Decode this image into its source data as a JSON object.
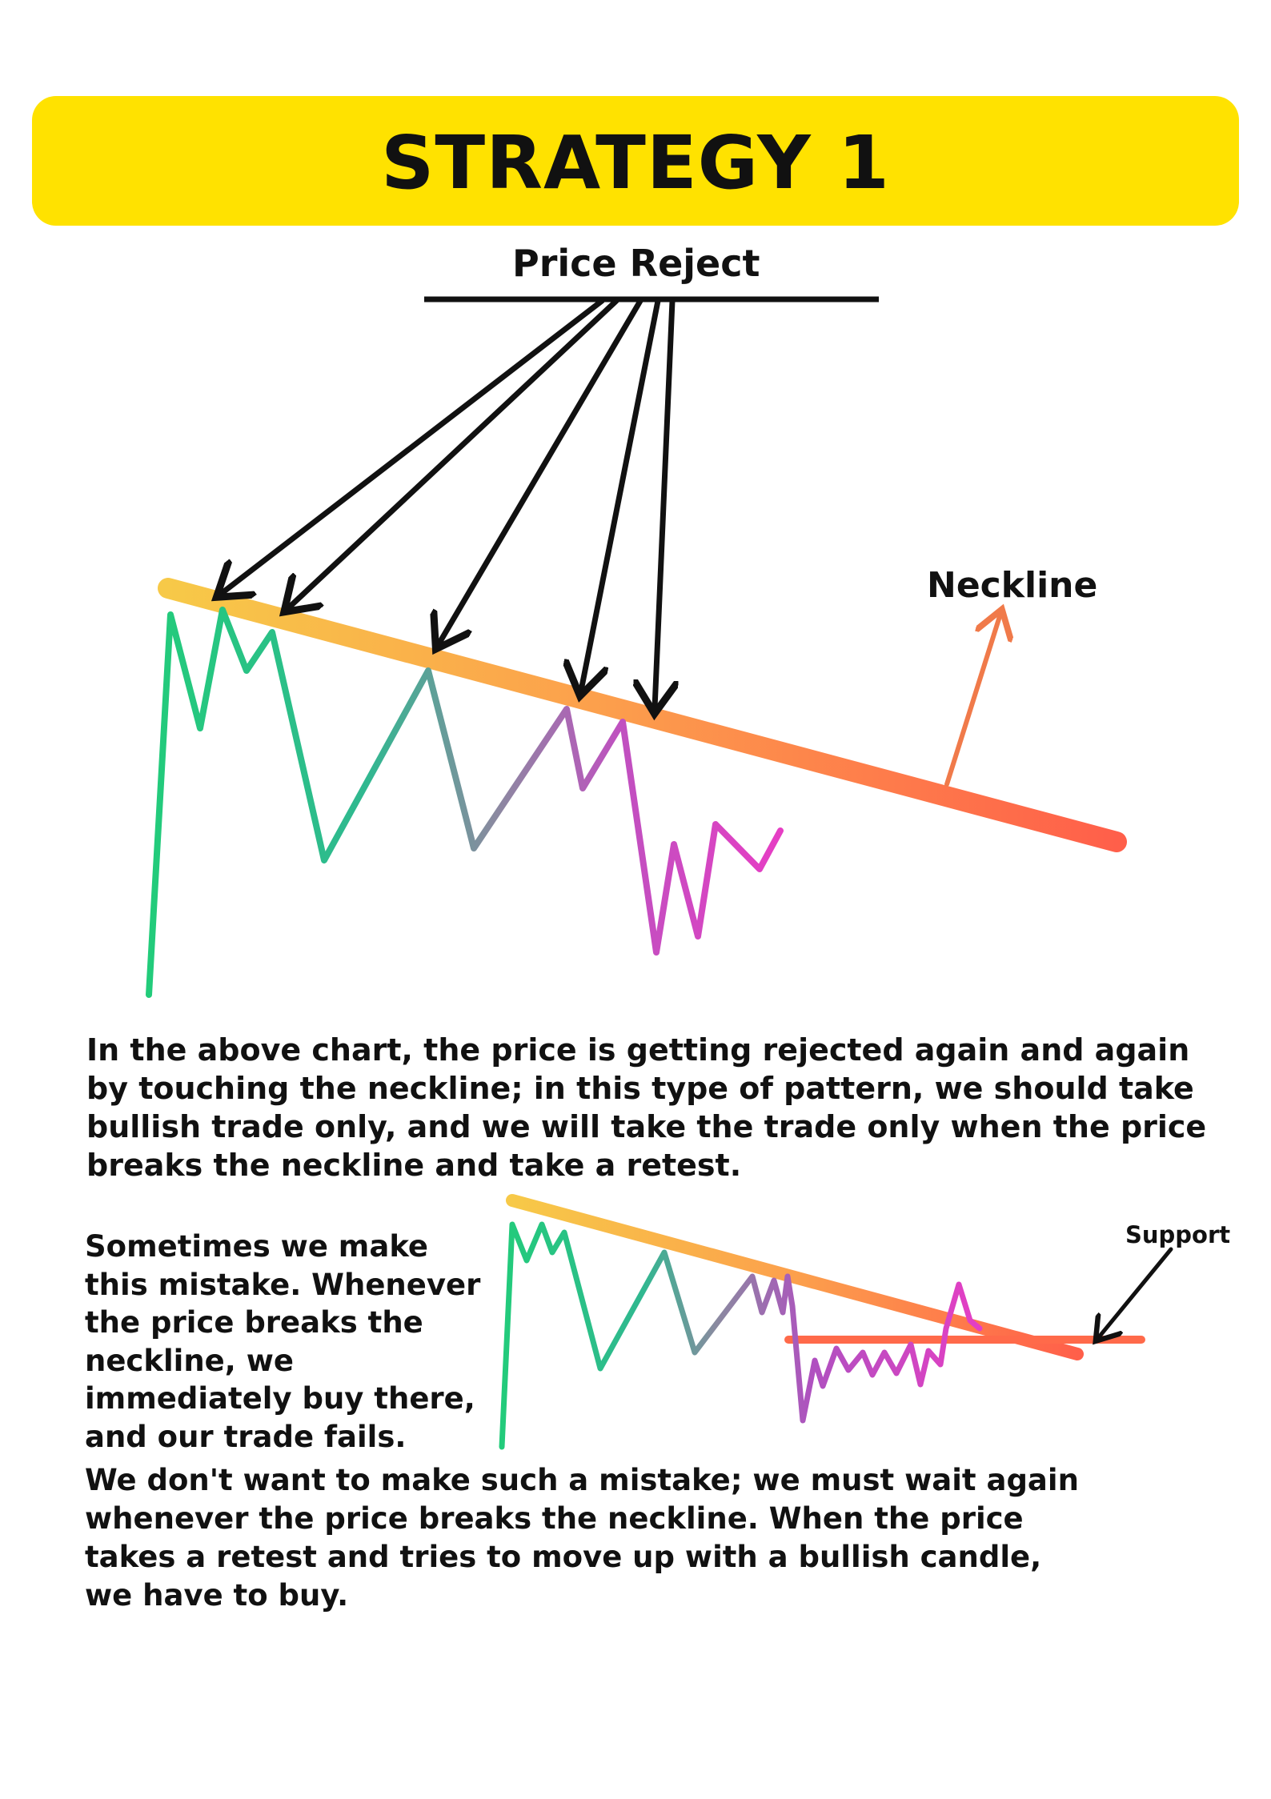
{
  "title": "STRATEGY 1",
  "labels": {
    "price_reject": "Price Reject",
    "neckline": "Neckline",
    "support": "Support"
  },
  "paragraphs": {
    "explanation": "In the above chart, the price is getting rejected again and again by touching the neckline; in this type of pattern, we should take bullish trade only, and we will take the trade only when the price breaks the neckline and take a retest.",
    "mistake": "Sometimes we make this mistake. Whenever the price breaks the neckline, we immediately buy there, and our trade fails.",
    "advice": "We don't want to make such a mistake; we must wait again whenever the price breaks the neckline. When the price takes a retest and tries to move up with a bullish candle, we have to buy."
  },
  "colors": {
    "banner": "#ffe200",
    "text": "#111111",
    "neckline_start": "#f7c948",
    "neckline_end": "#ff5f4a",
    "price_start": "#22cc7a",
    "price_end": "#e040c0",
    "arrows": "#111111"
  }
}
